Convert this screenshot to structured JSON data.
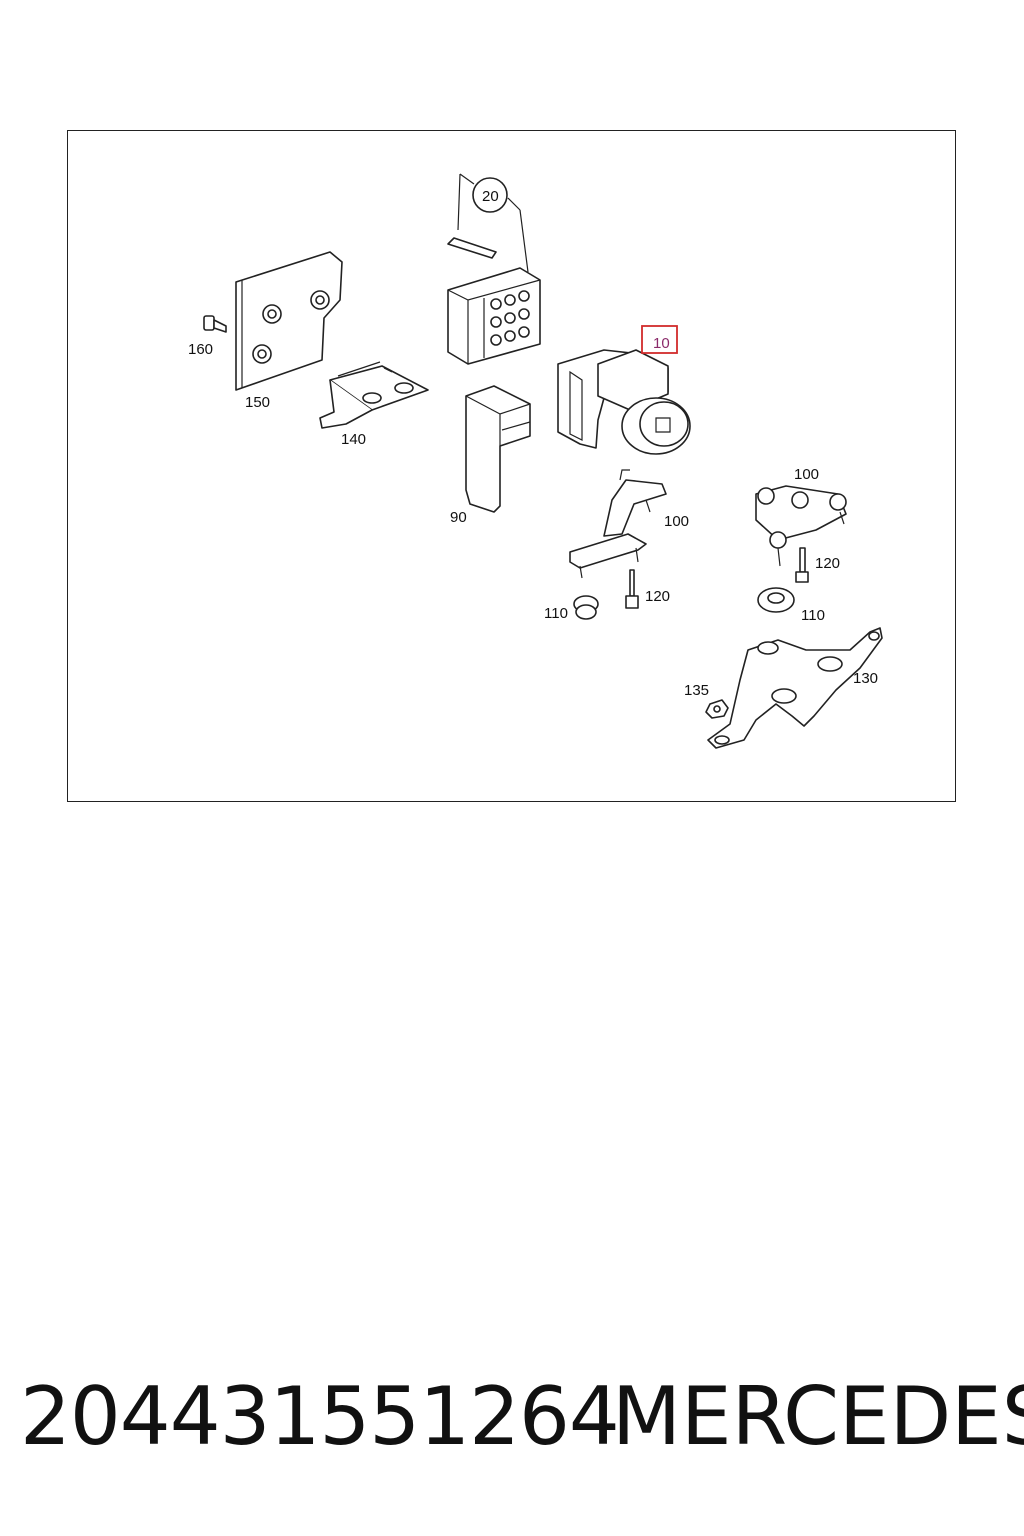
{
  "diagram": {
    "callouts": {
      "c10": "10",
      "c20": "20",
      "c90": "90",
      "c100a": "100",
      "c100b": "100",
      "c110a": "110",
      "c110b": "110",
      "c120a": "120",
      "c120b": "120",
      "c130": "130",
      "c135": "135",
      "c140": "140",
      "c150": "150",
      "c160": "160"
    },
    "highlight_color": "#d22b2b",
    "highlighted_callout": "10"
  },
  "footer": {
    "part_number": "204431551264",
    "brand": "MERCEDES"
  }
}
